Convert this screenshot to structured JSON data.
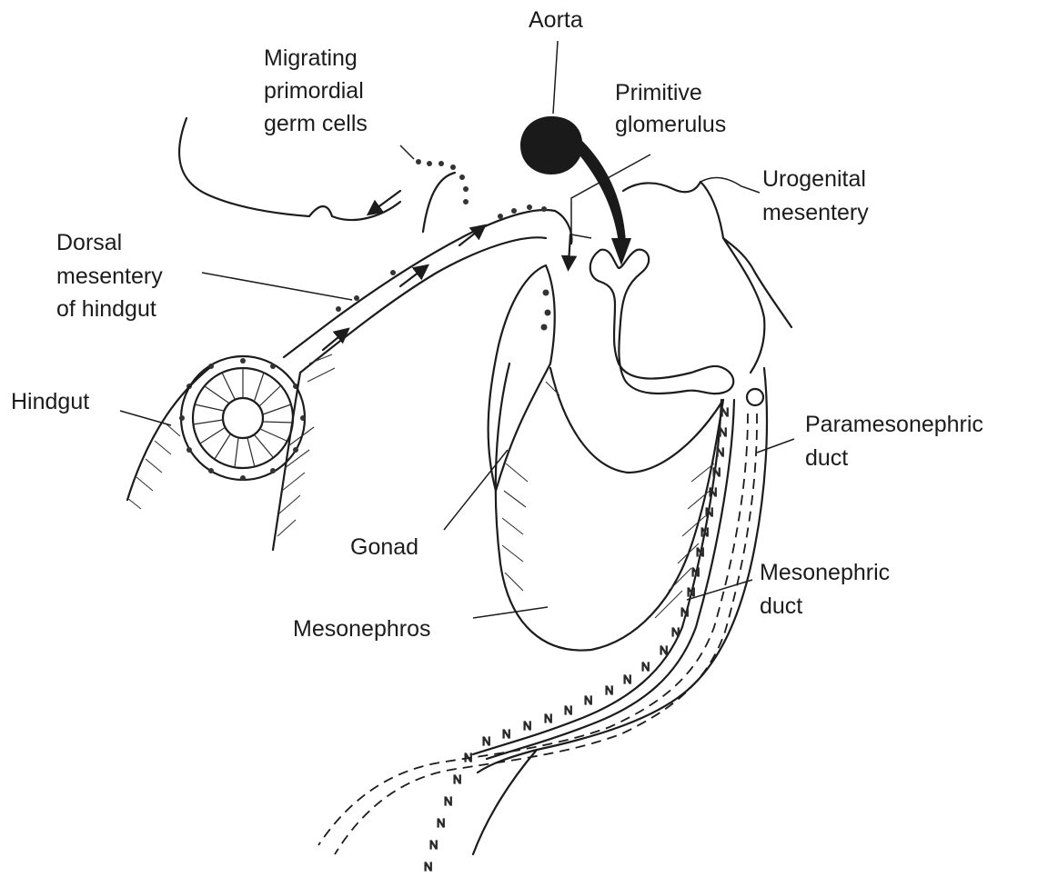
{
  "labels": {
    "aorta": "Aorta",
    "migrating_1": "Migrating",
    "migrating_2": "primordial",
    "migrating_3": "germ cells",
    "glomerulus_1": "Primitive",
    "glomerulus_2": "glomerulus",
    "urogenital_1": "Urogenital",
    "urogenital_2": "mesentery",
    "dorsal_1": "Dorsal",
    "dorsal_2": "mesentery",
    "dorsal_3": "of hindgut",
    "hindgut": "Hindgut",
    "paramesonephric_1": "Paramesonephric",
    "paramesonephric_2": "duct",
    "gonad": "Gonad",
    "mesonephric_1": "Mesonephric",
    "mesonephric_2": "duct",
    "mesonephros": "Mesonephros"
  },
  "colors": {
    "ink": "#1c1c1c",
    "paper": "#ffffff"
  }
}
